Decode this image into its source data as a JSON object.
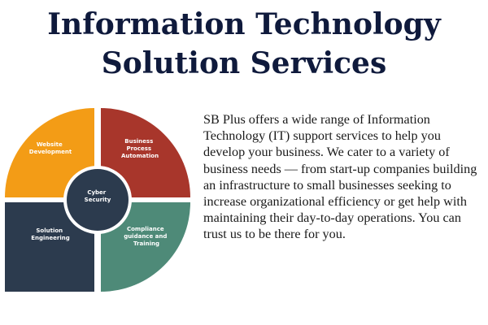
{
  "header": {
    "title_line1": "Information Technology",
    "title_line2": "Solution Services"
  },
  "diagram": {
    "segments": [
      {
        "id": "website-development",
        "label_line1": "Website",
        "label_line2": "Development",
        "label_line3": "",
        "color": "#f39c16"
      },
      {
        "id": "business-process-automation",
        "label_line1": "Business",
        "label_line2": "Process",
        "label_line3": "Automation",
        "color": "#a8362b"
      },
      {
        "id": "compliance-guidance-training",
        "label_line1": "Compliance",
        "label_line2": "guidance and",
        "label_line3": "Training",
        "color": "#4e8a78"
      },
      {
        "id": "solution-engineering",
        "label_line1": "Solution",
        "label_line2": "Engineering",
        "label_line3": "",
        "color": "#2c3b4e"
      }
    ],
    "center": {
      "label_line1": "Cyber",
      "label_line2": "Security",
      "color": "#2c3b4e"
    }
  },
  "description": {
    "text": "SB Plus offers a wide range of Information Technology (IT) support services to help you develop your business. We cater to a variety of business needs — from start-up companies building an infrastructure to small businesses seeking to increase organizational efficiency or get help with maintaining their day-to-day operations. You can trust us to be there for you."
  }
}
